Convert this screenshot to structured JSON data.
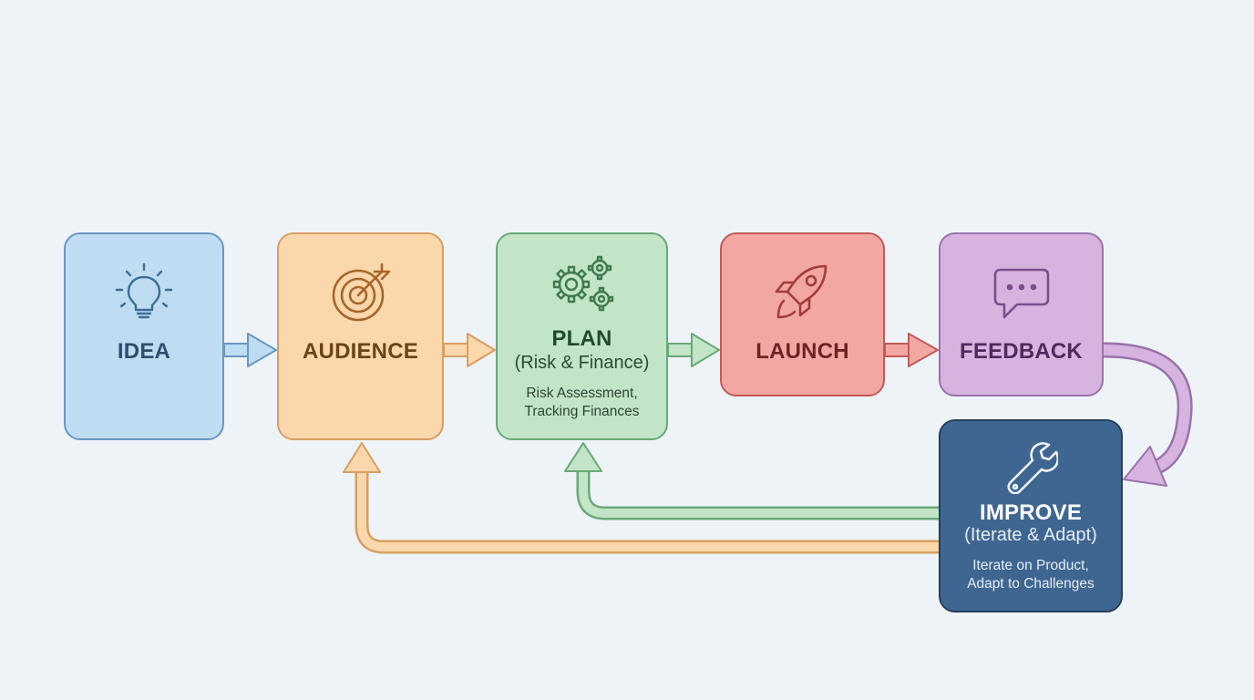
{
  "nodes": {
    "idea": {
      "title": "IDEA",
      "icon": "lightbulb-icon",
      "color": "#bedcf2"
    },
    "audience": {
      "title": "AUDIENCE",
      "icon": "target-icon",
      "color": "#fbd7ac"
    },
    "plan": {
      "title": "PLAN",
      "subtitle": "(Risk & Finance)",
      "desc": [
        "Risk Assessment,",
        "Tracking Finances"
      ],
      "icon": "gears-icon",
      "color": "#c1e5c6"
    },
    "launch": {
      "title": "LAUNCH",
      "icon": "rocket-icon",
      "color": "#f3a7a3"
    },
    "feedback": {
      "title": "FEEDBACK",
      "icon": "chat-bubble-icon",
      "color": "#d7b4e0"
    },
    "improve": {
      "title": "IMPROVE",
      "subtitle": "(Iterate & Adapt)",
      "desc": [
        "Iterate on Product,",
        "Adapt to Challenges"
      ],
      "icon": "wrench-icon",
      "color": "#3f6690"
    }
  },
  "edges": [
    {
      "from": "idea",
      "to": "audience"
    },
    {
      "from": "audience",
      "to": "plan"
    },
    {
      "from": "plan",
      "to": "launch"
    },
    {
      "from": "launch",
      "to": "feedback"
    },
    {
      "from": "feedback",
      "to": "improve"
    },
    {
      "from": "improve",
      "to": "plan"
    },
    {
      "from": "improve",
      "to": "audience"
    }
  ]
}
